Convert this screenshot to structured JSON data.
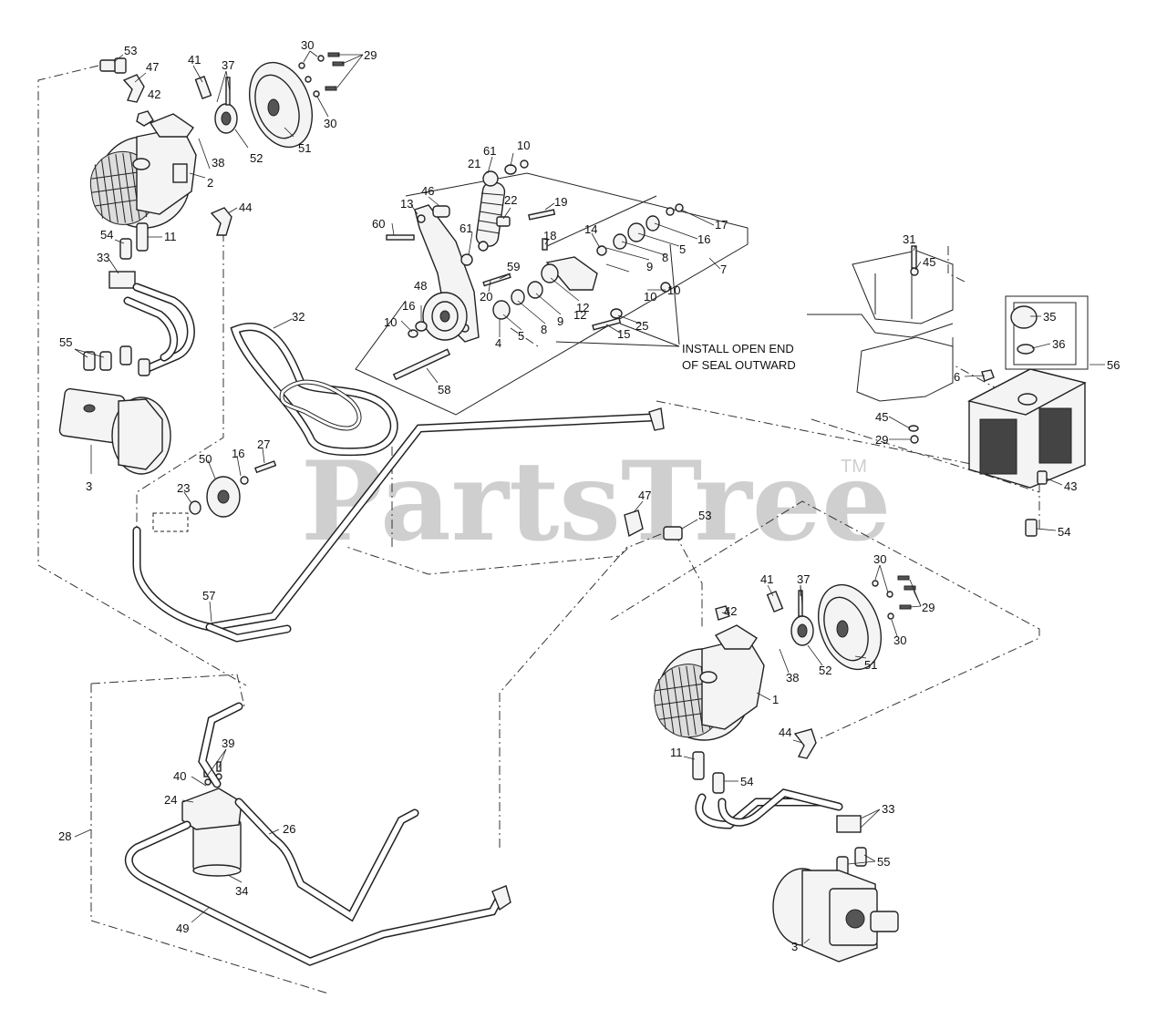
{
  "watermark": {
    "brand": "PartsTree",
    "trademark": "TM"
  },
  "note": {
    "line1": "INSTALL OPEN END",
    "line2": "OF SEAL OUTWARD"
  },
  "callouts": [
    "53",
    "47",
    "41",
    "37",
    "30",
    "29",
    "42",
    "38",
    "52",
    "51",
    "30",
    "2",
    "44",
    "54",
    "11",
    "33",
    "55",
    "3",
    "61",
    "10",
    "21",
    "46",
    "13",
    "22",
    "19",
    "60",
    "61",
    "14",
    "18",
    "17",
    "16",
    "5",
    "7",
    "8",
    "9",
    "10",
    "20",
    "59",
    "12",
    "48",
    "16",
    "10",
    "4",
    "5",
    "8",
    "9",
    "12",
    "25",
    "15",
    "10",
    "58",
    "32",
    "31",
    "45",
    "35",
    "36",
    "56",
    "6",
    "45",
    "29",
    "43",
    "54",
    "50",
    "16",
    "27",
    "23",
    "47",
    "53",
    "57",
    "41",
    "37",
    "30",
    "29",
    "42",
    "38",
    "52",
    "51",
    "30",
    "1",
    "44",
    "11",
    "54",
    "33",
    "55",
    "3",
    "39",
    "40",
    "24",
    "26",
    "28",
    "34",
    "49"
  ]
}
